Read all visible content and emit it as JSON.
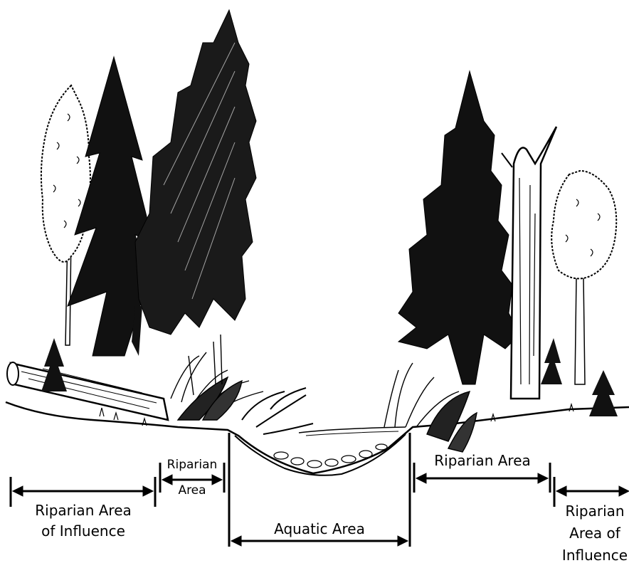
{
  "diagram": {
    "labels": {
      "riparian_influence_left_line1": "Riparian Area",
      "riparian_influence_left_line2": "of Influence",
      "riparian_small_line1": "Riparian",
      "riparian_small_line2": "Area",
      "aquatic": "Aquatic Area",
      "riparian_right": "Riparian Area",
      "riparian_influence_right_line1": "Riparian",
      "riparian_influence_right_line2": "Area of",
      "riparian_influence_right_line3": "Influence"
    },
    "colors": {
      "ink": "#000000",
      "paper": "#ffffff"
    }
  }
}
